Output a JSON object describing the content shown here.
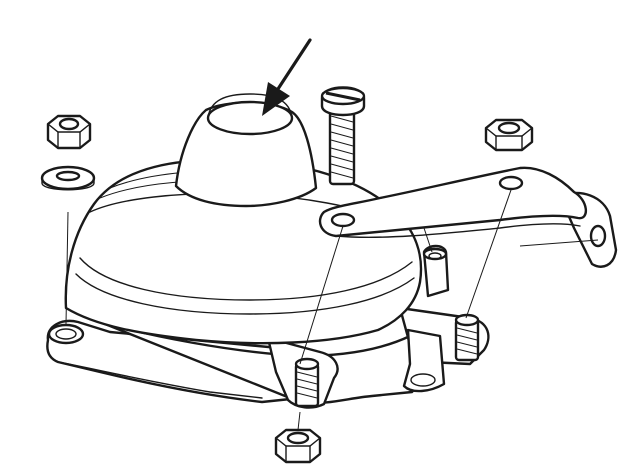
{
  "diagram": {
    "kind": "exploded-assembly-line-drawing",
    "colors": {
      "ink": "#1a1a1a",
      "paper": "#ffffff"
    },
    "parts": [
      "dome-housing",
      "base-flange",
      "slotted-screw",
      "mounting-bracket",
      "hex-nut-upper-left",
      "flat-washer",
      "hex-nut-upper-right",
      "hex-nut-bottom",
      "threaded-stud-front",
      "threaded-stud-right",
      "threaded-stud-rear",
      "pointer-arrow"
    ]
  }
}
